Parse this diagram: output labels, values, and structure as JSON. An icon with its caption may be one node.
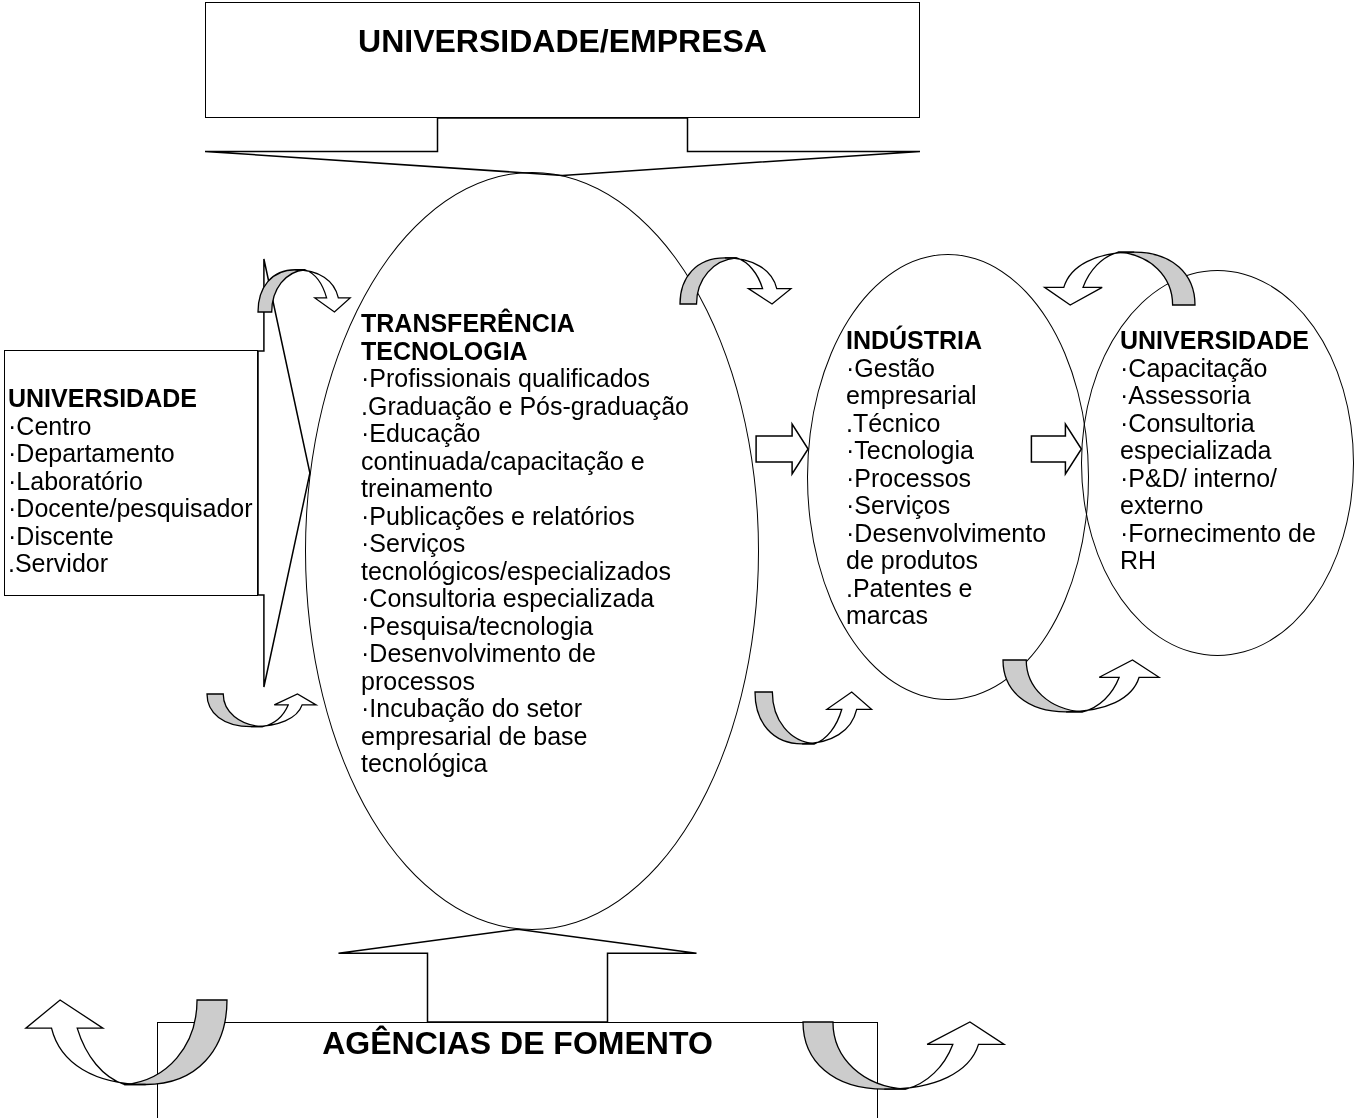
{
  "diagram": {
    "nodes": [
      {
        "text": [
          "UNIVERSIDADE/EMPRESA"
        ]
      },
      {
        "text": [
          "UNIVERSIDADE",
          "·Centro",
          "·Departamento",
          "·Laboratório",
          "·Docente/pesquisador",
          "·Discente",
          ".Servidor"
        ]
      },
      {
        "text": [
          "TRANSFERÊNCIA TECNOLOGIA",
          "·Profissionais qualificados",
          ".Graduação e Pós-graduação",
          "·Educação continuada/capacitação e treinamento",
          "·Publicações e relatórios",
          "·Serviços tecnológicos/especializados",
          "·Consultoria especializada",
          "·Pesquisa/tecnologia",
          "·Desenvolvimento de processos",
          "·Incubação do setor empresarial de base tecnológica"
        ]
      },
      {
        "text": [
          "INDÚSTRIA",
          "·Gestão empresarial",
          ".Técnico",
          "·Tecnologia",
          "·Processos",
          "·Serviços",
          "·Desenvolvimento de produtos",
          ".Patentes e marcas"
        ]
      },
      {
        "text": [
          "UNIVERSIDADE",
          "·Capacitação",
          "·Assessoria",
          "·Consultoria especializada",
          "·P&D/ interno/ externo",
          "·Fornecimento de RH"
        ]
      },
      {
        "text": [
          "AGÊNCIAS DE FOMENTO"
        ]
      }
    ],
    "edges": [
      {
        "from": 0,
        "to": 2,
        "arrow": "to"
      },
      {
        "from": 1,
        "to": 2,
        "arrow": "to"
      },
      {
        "from": 2,
        "to": 3,
        "arrow": "to"
      },
      {
        "from": 3,
        "to": 4,
        "arrow": "to"
      },
      {
        "from": 5,
        "to": 2,
        "arrow": "to"
      }
    ]
  }
}
